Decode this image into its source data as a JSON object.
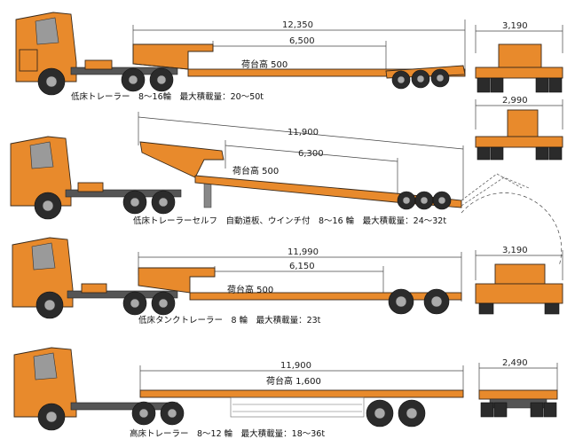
{
  "colors": {
    "trailer": "#e88a2c",
    "trailer_dark": "#c46a18",
    "tire": "#2b2b2b"
  },
  "rows": [
    {
      "caption": "低床トレーラー　8〜16輪　最大積載量：20〜50t",
      "overall_length": "12,350",
      "inner_length": "6,500",
      "deck_height": "荷台高 500",
      "rear_width": "3,190"
    },
    {
      "caption": "低床トレーラーセルフ　自動道板、ウインチ付　8〜16 輪　最大積載量：24〜32t",
      "overall_length": "11,900",
      "inner_length": "6,300",
      "deck_height": "荷台高 500",
      "rear_width": "2,990"
    },
    {
      "caption": "低床タンクトレーラー　8 輪　最大積載量：23t",
      "overall_length": "11,990",
      "inner_length": "6,150",
      "deck_height": "荷台高 500",
      "rear_width": "3,190"
    },
    {
      "caption": "高床トレーラー　8〜12 輪　最大積載量：18〜36t",
      "overall_length": "11,900",
      "deck_height": "荷台高 1,600",
      "rear_width": "2,490"
    }
  ]
}
